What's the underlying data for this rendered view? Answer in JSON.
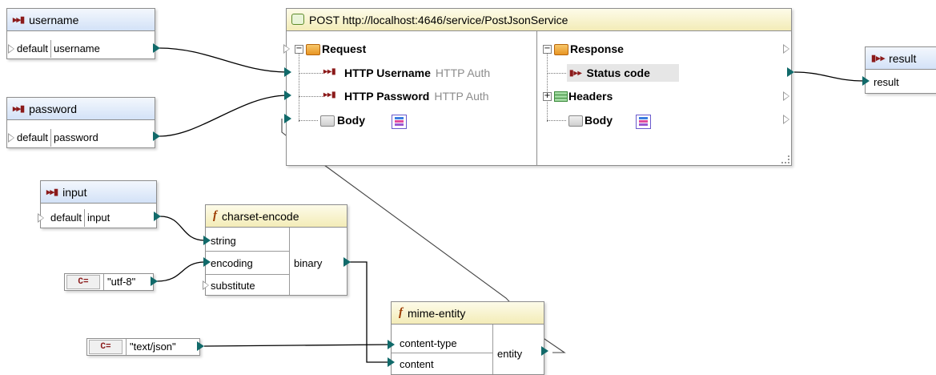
{
  "username": {
    "title": "username",
    "left": "default",
    "right": "username"
  },
  "password": {
    "title": "password",
    "left": "default",
    "right": "password"
  },
  "input": {
    "title": "input",
    "left": "default",
    "right": "input"
  },
  "post": {
    "title": "POST http://localhost:4646/service/PostJsonService",
    "request": "Request",
    "http_username": "HTTP Username",
    "http_username_hint": "HTTP Auth",
    "http_password": "HTTP Password",
    "http_password_hint": "HTTP Auth",
    "body": "Body",
    "response": "Response",
    "status_code": "Status code",
    "headers": "Headers",
    "resp_body": "Body"
  },
  "result": {
    "title": "result",
    "row": "result"
  },
  "charset": {
    "title": "charset-encode",
    "string": "string",
    "encoding": "encoding",
    "substitute": "substitute",
    "output": "binary"
  },
  "mime": {
    "title": "mime-entity",
    "content_type": "content-type",
    "content": "content",
    "output": "entity"
  },
  "const_utf8": {
    "badge": "C=",
    "value": "\"utf-8\""
  },
  "const_json": {
    "badge": "C=",
    "value": "\"text/json\""
  },
  "colors": {
    "connector": "#116a6a",
    "wire": "#000000",
    "header_blue": "#d3e2f7",
    "header_yellow": "#f3ecb7"
  }
}
